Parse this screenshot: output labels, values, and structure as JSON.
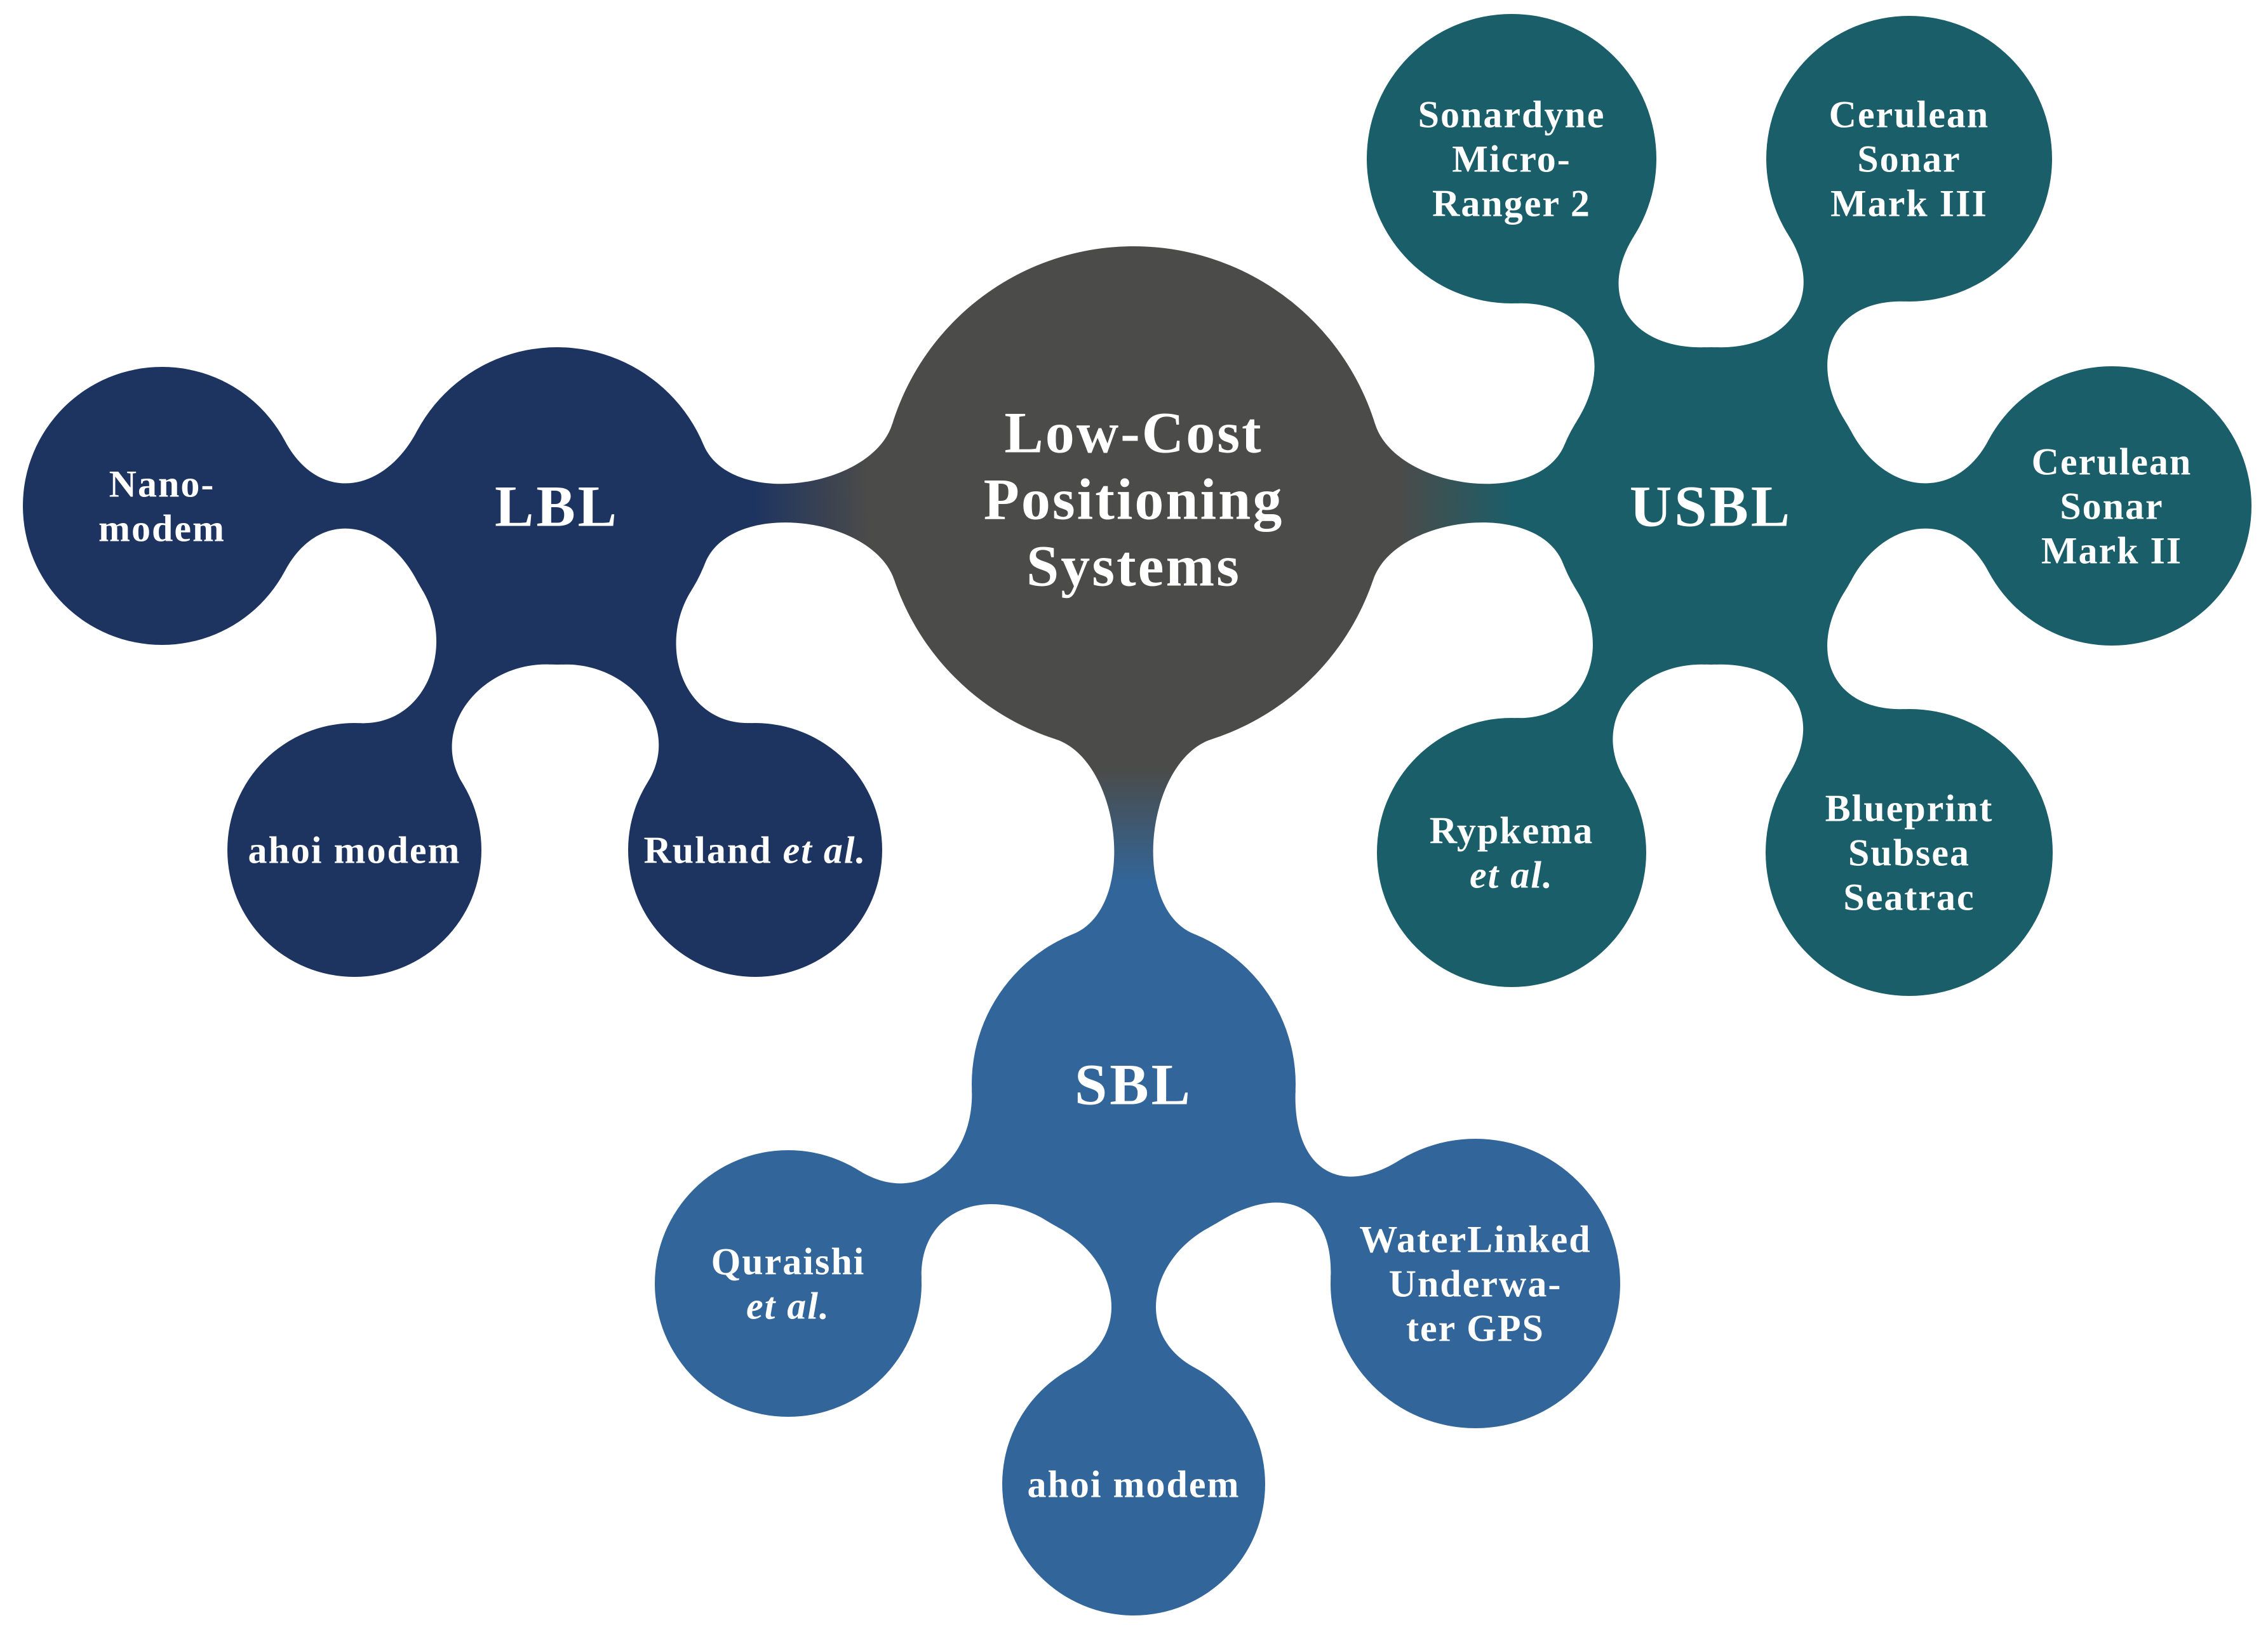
{
  "diagram": {
    "text_color": "#ffffff",
    "center": {
      "color": "#4b4b49",
      "lines": [
        [
          {
            "text": "Low-Cost"
          }
        ],
        [
          {
            "text": "Positioning"
          }
        ],
        [
          {
            "text": "Systems"
          }
        ]
      ]
    },
    "branches": [
      {
        "color": "#1d3461",
        "lines": [
          [
            {
              "text": "LBL"
            }
          ]
        ],
        "children": [
          {
            "lines": [
              [
                {
                  "text": "Nano-"
                }
              ],
              [
                {
                  "text": "modem"
                }
              ]
            ]
          },
          {
            "lines": [
              [
                {
                  "text": "ahoi modem"
                }
              ]
            ]
          },
          {
            "lines": [
              [
                {
                  "text": "Ruland"
                },
                {
                  "text": "et al.",
                  "italic": true
                }
              ]
            ]
          }
        ]
      },
      {
        "color": "#1a5e69",
        "lines": [
          [
            {
              "text": "USBL"
            }
          ]
        ],
        "children": [
          {
            "lines": [
              [
                {
                  "text": "Sonardyne"
                }
              ],
              [
                {
                  "text": "Micro-"
                }
              ],
              [
                {
                  "text": "Ranger 2"
                }
              ]
            ]
          },
          {
            "lines": [
              [
                {
                  "text": "Cerulean"
                }
              ],
              [
                {
                  "text": "Sonar"
                }
              ],
              [
                {
                  "text": "Mark III"
                }
              ]
            ]
          },
          {
            "lines": [
              [
                {
                  "text": "Cerulean"
                }
              ],
              [
                {
                  "text": "Sonar"
                }
              ],
              [
                {
                  "text": "Mark II"
                }
              ]
            ]
          },
          {
            "lines": [
              [
                {
                  "text": "Rypkema"
                }
              ],
              [
                {
                  "text": "et al.",
                  "italic": true
                }
              ]
            ]
          },
          {
            "lines": [
              [
                {
                  "text": "Blueprint"
                }
              ],
              [
                {
                  "text": "Subsea"
                }
              ],
              [
                {
                  "text": "Seatrac"
                }
              ]
            ]
          }
        ]
      },
      {
        "color": "#32669a",
        "lines": [
          [
            {
              "text": "SBL"
            }
          ]
        ],
        "children": [
          {
            "lines": [
              [
                {
                  "text": "Quraishi"
                }
              ],
              [
                {
                  "text": "et al.",
                  "italic": true
                }
              ]
            ]
          },
          {
            "lines": [
              [
                {
                  "text": "ahoi modem"
                }
              ]
            ]
          },
          {
            "lines": [
              [
                {
                  "text": "WaterLinked"
                }
              ],
              [
                {
                  "text": "Underwa-"
                }
              ],
              [
                {
                  "text": "ter GPS"
                }
              ]
            ]
          }
        ]
      }
    ]
  }
}
